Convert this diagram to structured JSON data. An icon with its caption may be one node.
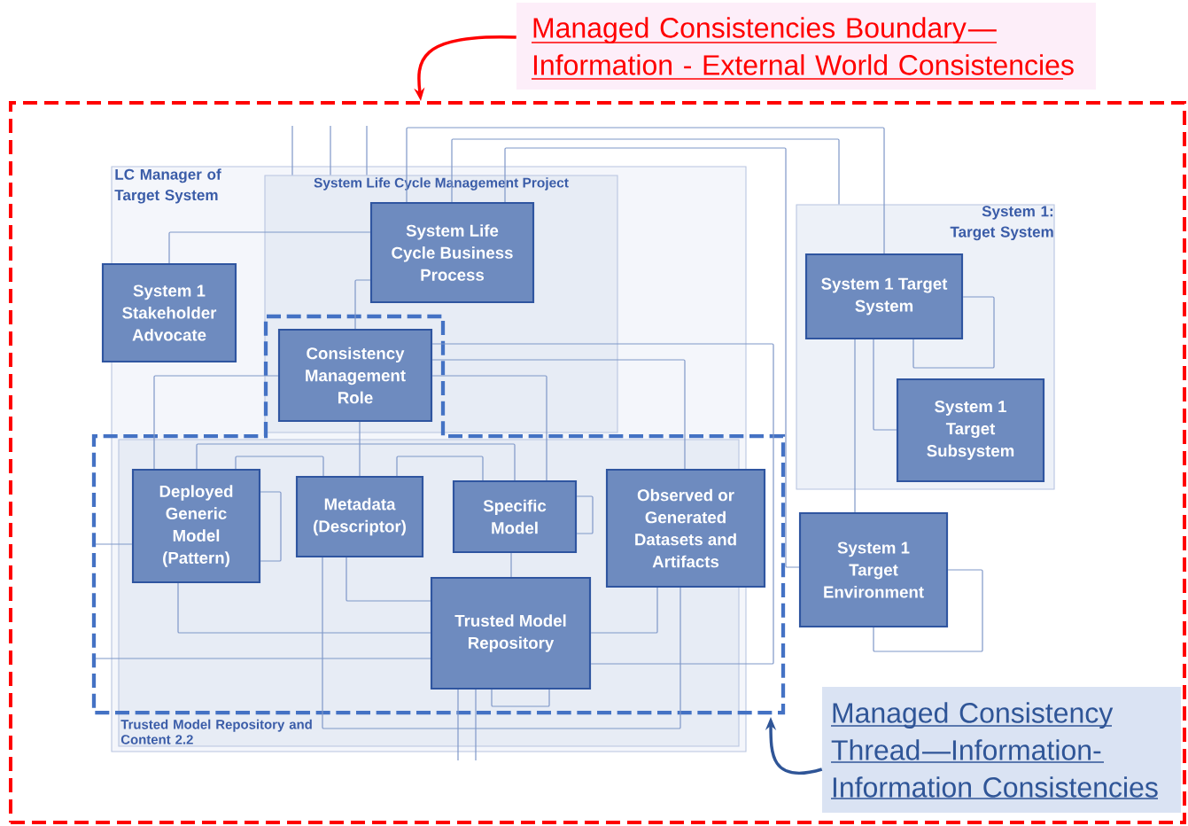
{
  "diagram": {
    "nodes": [
      {
        "text": [
          "Managed Consistencies Boundary—Information - External World Consistencies"
        ]
      },
      {
        "text": [],
        "shape": "box"
      },
      {
        "text": [
          "LC Manager of Target System"
        ],
        "in": 1
      },
      {
        "text": [
          "System Life Cycle Management Project"
        ],
        "in": 2
      },
      {
        "text": [
          "System Life Cycle Business Process"
        ],
        "in": 3
      },
      {
        "text": [
          "System 1 Stakeholder Advocate"
        ],
        "in": 2
      },
      {
        "text": [
          "Consistency Management Role"
        ],
        "in": 3
      },
      {
        "text": [
          "Trusted Model Repository and Content 2.2"
        ],
        "in": 2
      },
      {
        "text": [
          "Deployed Generic Model (Pattern)"
        ],
        "in": 7
      },
      {
        "text": [
          "Metadata (Descriptor)"
        ],
        "in": 7
      },
      {
        "text": [
          "Specific Model"
        ],
        "in": 7
      },
      {
        "text": [
          "Observed or Generated Datasets and Artifacts"
        ],
        "in": 1
      },
      {
        "text": [
          "Trusted Model Repository"
        ],
        "in": 7
      },
      {
        "text": [
          "System 1: Target System"
        ],
        "in": 1
      },
      {
        "text": [
          "System 1 Target System"
        ],
        "in": 13
      },
      {
        "text": [
          "System 1 Target Subsystem"
        ],
        "in": 13
      },
      {
        "text": [
          "System 1 Target Environment"
        ],
        "in": 1
      },
      {
        "text": [
          "Managed Consistency Thread—Information-Information Consistencies"
        ],
        "in": 1
      }
    ],
    "edges": [
      {
        "from": 0,
        "to": 1,
        "arrow": "to",
        "style": "thick",
        "color": "#ff0000"
      },
      {
        "from": 17,
        "to": null,
        "arrow": "to",
        "style": "thick",
        "color": "#2f5597"
      },
      {
        "from": null,
        "to": 3,
        "arrow": "none"
      },
      {
        "from": null,
        "to": 3,
        "arrow": "none"
      },
      {
        "from": null,
        "to": 3,
        "arrow": "none"
      },
      {
        "from": 4,
        "to": 14,
        "arrow": "none"
      },
      {
        "from": 4,
        "to": 13,
        "arrow": "none"
      },
      {
        "from": 4,
        "to": 16,
        "arrow": "none"
      },
      {
        "from": 4,
        "to": 5,
        "arrow": "none"
      },
      {
        "from": 4,
        "to": 6,
        "arrow": "none"
      },
      {
        "from": 6,
        "to": 12,
        "arrow": "none"
      },
      {
        "from": 6,
        "to": 11,
        "arrow": "none"
      },
      {
        "from": 6,
        "to": 10,
        "arrow": "none"
      },
      {
        "from": 6,
        "to": 8,
        "arrow": "none"
      },
      {
        "from": 6,
        "to": 9,
        "arrow": "none"
      },
      {
        "from": 8,
        "to": 10,
        "arrow": "none"
      },
      {
        "from": 8,
        "to": 9,
        "arrow": "none"
      },
      {
        "from": 9,
        "to": 10,
        "arrow": "none"
      },
      {
        "from": 8,
        "to": 8,
        "arrow": "none"
      },
      {
        "from": 10,
        "to": 10,
        "arrow": "none"
      },
      {
        "from": 10,
        "to": 12,
        "arrow": "none"
      },
      {
        "from": 9,
        "to": 12,
        "arrow": "none"
      },
      {
        "from": 8,
        "to": 12,
        "arrow": "none"
      },
      {
        "from": null,
        "to": 8,
        "arrow": "none"
      },
      {
        "from": null,
        "to": 12,
        "arrow": "none"
      },
      {
        "from": 9,
        "to": 11,
        "arrow": "none"
      },
      {
        "from": 11,
        "to": 12,
        "arrow": "none"
      },
      {
        "from": 12,
        "to": 12,
        "arrow": "none"
      },
      {
        "from": 12,
        "to": null,
        "arrow": "none"
      },
      {
        "from": 12,
        "to": null,
        "arrow": "none"
      },
      {
        "from": 14,
        "to": 14,
        "arrow": "none"
      },
      {
        "from": 14,
        "to": 15,
        "arrow": "none"
      },
      {
        "from": 14,
        "to": 16,
        "arrow": "none"
      },
      {
        "from": 16,
        "to": 16,
        "arrow": "none"
      }
    ]
  }
}
